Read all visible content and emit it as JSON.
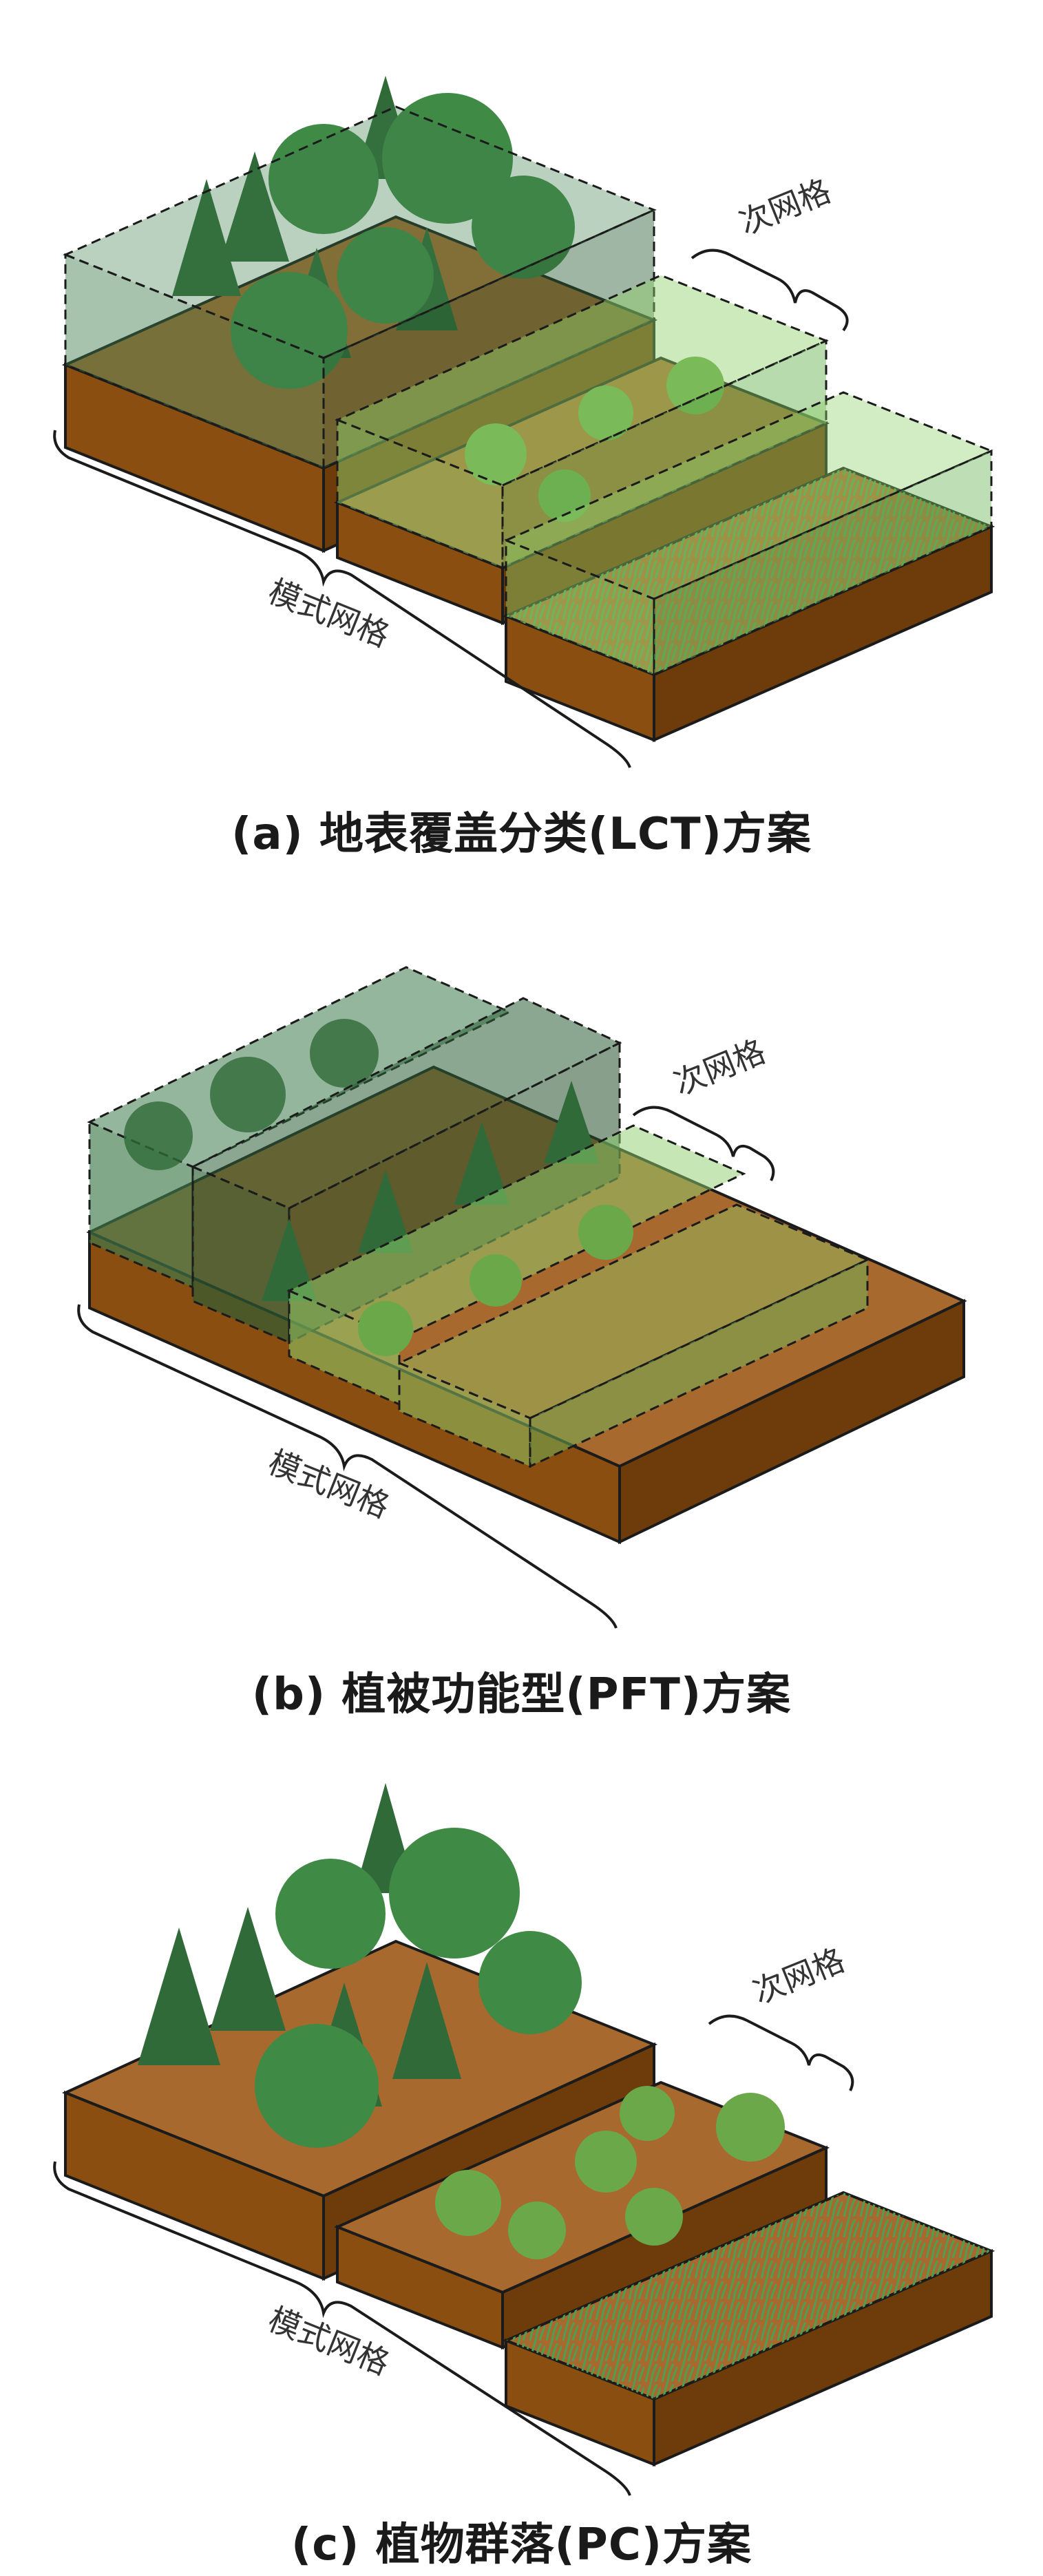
{
  "colors": {
    "soil_top": "#a8692f",
    "soil_front": "#8a4e10",
    "soil_side": "#6d3c0a",
    "outline": "#1b1b1b",
    "tree_dark": "#2f6a38",
    "tree_mid": "#3f8a45",
    "shrub": "#6aa84a",
    "grass": "#57b35c",
    "box_dark": "#3d7a4a",
    "box_light": "#8ed06b"
  },
  "panels": [
    {
      "caption": "(a) 地表覆盖分类(LCT)方案",
      "subgrid_label": "次网格",
      "model_grid_label": "模式网格"
    },
    {
      "caption": "(b) 植被功能型(PFT)方案",
      "subgrid_label": "次网格",
      "model_grid_label": "模式网格"
    },
    {
      "caption": "(c) 植物群落(PC)方案",
      "subgrid_label": "次网格",
      "model_grid_label": "模式网格"
    }
  ]
}
